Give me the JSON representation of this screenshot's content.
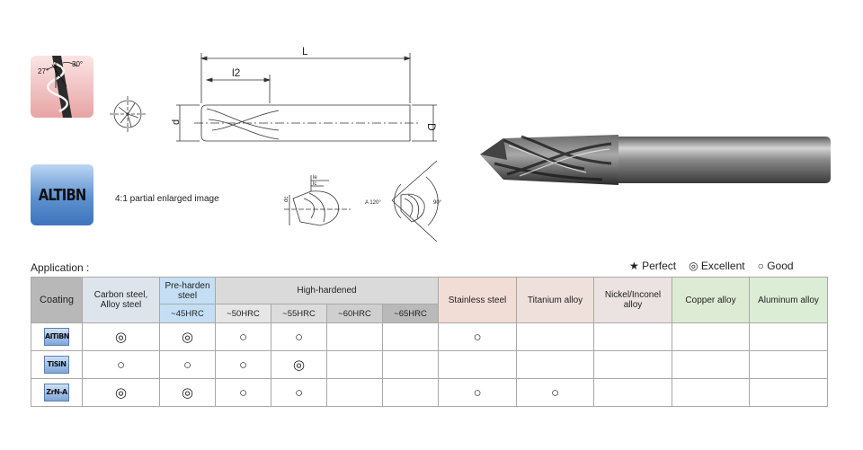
{
  "helix_badge": {
    "angle_1": "27°",
    "angle_2": "30°"
  },
  "coating_badge": {
    "label": "ALTIBN"
  },
  "drawing": {
    "dim_L": "L",
    "dim_l2": "l2",
    "dim_d": "d",
    "dim_D": "D",
    "dim_le": "le",
    "dim_lc": "lc",
    "dim_dc": "dc",
    "point_angle": "A 120°",
    "point_angle_2": "90°"
  },
  "partial_caption": "4:1  partial enlarged image",
  "application_label": "Application :",
  "legend": {
    "perfect": "★ Perfect",
    "excellent": "◎ Excellent",
    "good": "○ Good"
  },
  "table": {
    "headers": {
      "coating": "Coating",
      "carbon_l1": "Carbon steel,",
      "carbon_l2": "Alloy steel",
      "pre_l1": "Pre-harden",
      "pre_l2": "steel",
      "pre_sub": "~45HRC",
      "high": "High-hardened",
      "h50": "~50HRC",
      "h55": "~55HRC",
      "h60": "~60HRC",
      "h65": "~65HRC",
      "stainless": "Stainless steel",
      "titanium": "Titanium alloy",
      "nickel_l1": "Nickel/Inconel",
      "nickel_l2": "alloy",
      "copper": "Copper alloy",
      "aluminum": "Aluminum alloy"
    },
    "rows": [
      {
        "coating": "AlTiBN",
        "cells": [
          "◎",
          "◎",
          "○",
          "○",
          "",
          "",
          "○",
          "",
          "",
          "",
          ""
        ]
      },
      {
        "coating": "TiSiN",
        "cells": [
          "○",
          "○",
          "○",
          "◎",
          "",
          "",
          "",
          "",
          "",
          "",
          ""
        ]
      },
      {
        "coating": "ZrN-A",
        "cells": [
          "◎",
          "◎",
          "○",
          "○",
          "",
          "",
          "○",
          "○",
          "",
          "",
          ""
        ]
      }
    ]
  }
}
